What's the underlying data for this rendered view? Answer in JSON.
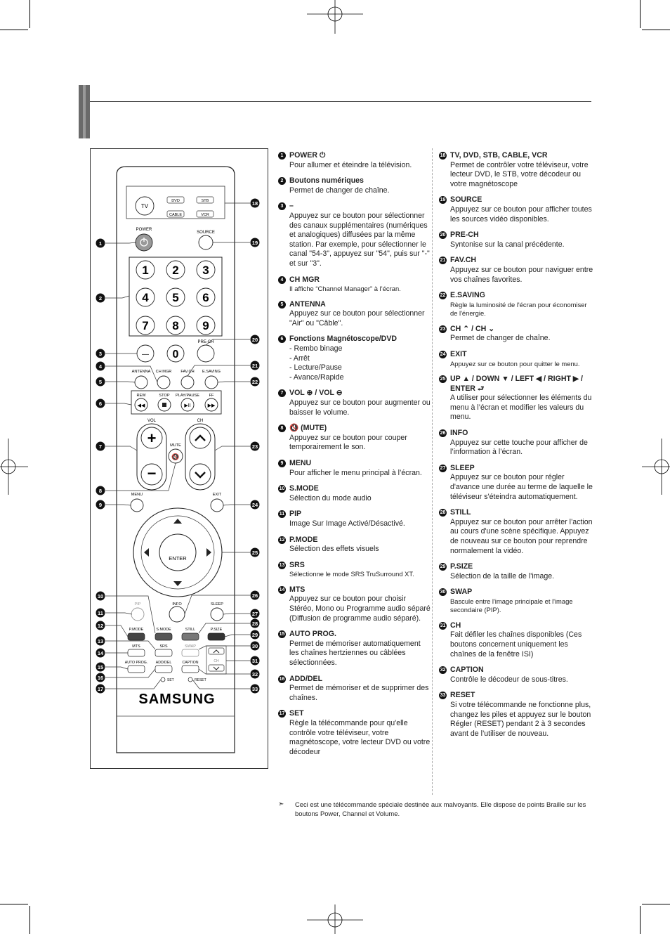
{
  "brand": "SAMSUNG",
  "remote_labels": {
    "tv": "TV",
    "dvd": "DVD",
    "stb": "STB",
    "cable": "CABLE",
    "vcr": "VCR",
    "power": "POWER",
    "source": "SOURCE",
    "digits": [
      "1",
      "2",
      "3",
      "4",
      "5",
      "6",
      "7",
      "8",
      "9"
    ],
    "zero": "0",
    "dash": "—",
    "prech": "PRE-CH",
    "antenna": "ANTENNA",
    "chmgr": "CH MGR",
    "favch": "FAV.CH",
    "esaving": "E.SAVING",
    "rew": "REW",
    "stop": "STOP",
    "playpause": "PLAY/PAUSE",
    "ff": "FF",
    "vol": "VOL",
    "ch": "CH",
    "mute": "MUTE",
    "menu": "MENU",
    "exit": "EXIT",
    "enter": "ENTER",
    "pip": "PIP",
    "info": "INFO",
    "sleep": "SLEEP",
    "pmode": "P.MODE",
    "smode": "S.MODE",
    "still": "STILL",
    "psize": "P.SIZE",
    "mts": "MTS",
    "srs": "SRS",
    "swap": "SWAP",
    "autoprog": "AUTO PROG.",
    "adddel": "ADD/DEL",
    "caption": "CAPTION",
    "ch_small": "CH",
    "set": "SET",
    "reset": "RESET"
  },
  "callouts_left": [
    "1",
    "2",
    "3",
    "4",
    "5",
    "6",
    "7",
    "8",
    "9",
    "10",
    "11",
    "12",
    "13",
    "14",
    "15",
    "16",
    "17"
  ],
  "callouts_right": [
    "18",
    "19",
    "20",
    "21",
    "22",
    "23",
    "24",
    "25",
    "26",
    "27",
    "28",
    "29",
    "30",
    "31",
    "32",
    "33"
  ],
  "items_col1": [
    {
      "n": "1",
      "title": "POWER ⏻",
      "desc": "Pour allumer et éteindre la télévision.",
      "small": false
    },
    {
      "n": "2",
      "title": "Boutons numériques",
      "desc": "Permet de changer de chaîne.",
      "small": false
    },
    {
      "n": "3",
      "title": "–",
      "desc": "Appuyez sur ce bouton pour sélectionner des canaux supplémentaires (numériques et analogiques) diffusées par la même station. Par exemple, pour sélectionner le canal \"54-3\", appuyez sur \"54\", puis sur \"-\" et sur \"3\".",
      "small": false
    },
    {
      "n": "4",
      "title": "CH MGR",
      "desc": "Il affiche “Channel Manager” à l’écran.",
      "small": true
    },
    {
      "n": "5",
      "title": "ANTENNA",
      "desc": "Appuyez sur ce bouton pour sélectionner \"Air\" ou \"Câble\".",
      "small": false
    },
    {
      "n": "6",
      "title": "Fonctions Magnétoscope/DVD",
      "desc": "- Rembo binage\n- Arrêt\n- Lecture/Pause\n- Avance/Rapide",
      "small": false
    },
    {
      "n": "7",
      "title": "VOL ⊕ / VOL ⊖",
      "desc": "Appuyez sur ce bouton pour augmenter ou baisser le volume.",
      "small": false
    },
    {
      "n": "8",
      "title": "🔇 (MUTE)",
      "desc": "Appuyez sur ce bouton pour couper temporairement le son.",
      "small": false
    },
    {
      "n": "9",
      "title": "MENU",
      "desc": "Pour afficher le menu principal à l’écran.",
      "small": false
    },
    {
      "n": "10",
      "title": "S.MODE",
      "desc": "Sélection du mode audio",
      "small": false
    },
    {
      "n": "11",
      "title": "PIP",
      "desc": "Image Sur Image Activé/Désactivé.",
      "small": false
    },
    {
      "n": "12",
      "title": "P.MODE",
      "desc": "Sélection des effets visuels",
      "small": false
    },
    {
      "n": "13",
      "title": "SRS",
      "desc": "Sélectionne le mode SRS TruSurround XT.",
      "small": true
    },
    {
      "n": "14",
      "title": "MTS",
      "desc": "Appuyez sur ce bouton pour choisir Stéréo, Mono ou Programme audio séparé (Diffusion de programme audio séparé).",
      "small": false
    },
    {
      "n": "15",
      "title": "AUTO PROG.",
      "desc": "Permet de mémoriser automatiquement les chaînes hertziennes ou câblées sélectionnées.",
      "small": false
    },
    {
      "n": "16",
      "title": "ADD/DEL",
      "desc": "Permet de mémoriser et de supprimer des chaînes.",
      "small": false
    },
    {
      "n": "17",
      "title": "SET",
      "desc": "Règle la télécommande pour qu'elle contrôle votre téléviseur, votre magnétoscope, votre lecteur DVD ou votre décodeur",
      "small": false
    }
  ],
  "items_col2": [
    {
      "n": "18",
      "title": "TV, DVD, STB, CABLE, VCR",
      "desc": "Permet de contrôler votre téléviseur, votre lecteur DVD, le STB, votre décodeur ou votre magnétoscope",
      "small": false
    },
    {
      "n": "19",
      "title": "SOURCE",
      "desc": "Appuyez sur ce bouton pour afficher toutes les sources vidéo disponibles.",
      "small": false
    },
    {
      "n": "20",
      "title": "PRE-CH",
      "desc": "Syntonise sur la canal précédente.",
      "small": false
    },
    {
      "n": "21",
      "title": "FAV.CH",
      "desc": "Appuyez sur ce bouton pour naviguer entre vos chaînes favorites.",
      "small": false
    },
    {
      "n": "22",
      "title": "E.SAVING",
      "desc": "Règle la luminosité de l'écran pour économiser de l'énergie.",
      "small": true
    },
    {
      "n": "23",
      "title": "CH ⌃ / CH ⌄",
      "desc": "Permet de changer de chaîne.",
      "small": false
    },
    {
      "n": "24",
      "title": "EXIT",
      "desc": "Appuyez sur ce bouton pour quitter le menu.",
      "small": true
    },
    {
      "n": "25",
      "title": "UP ▲ / DOWN ▼ / LEFT ◀ / RIGHT ▶ / ENTER ⮐",
      "desc": "A utiliser pour sélectionner les éléments du menu à l’écran et modifier les valeurs du menu.",
      "small": false
    },
    {
      "n": "26",
      "title": "INFO",
      "desc": "Appuyez sur cette touche pour afficher de l’information à l’écran.",
      "small": false
    },
    {
      "n": "27",
      "title": "SLEEP",
      "desc": "Appuyez sur ce bouton pour régler d'avance une durée au terme de laquelle le téléviseur s'éteindra automatiquement.",
      "small": false
    },
    {
      "n": "28",
      "title": "STILL",
      "desc": "Appuyez sur ce bouton pour arrêter l’action au cours d'une scène spécifique. Appuyez de nouveau sur ce bouton pour reprendre normalement la vidéo.",
      "small": false
    },
    {
      "n": "29",
      "title": "P.SIZE",
      "desc": "Sélection de la taille de l'image.",
      "small": false
    },
    {
      "n": "30",
      "title": "SWAP",
      "desc": "Bascule entre l'image principale et l'image secondaire (PIP).",
      "small": true
    },
    {
      "n": "31",
      "title": "CH",
      "desc": "Fait défiler les chaînes disponibles (Ces boutons concernent uniquement les chaînes de la fenêtre ISI)",
      "small": false
    },
    {
      "n": "32",
      "title": "CAPTION",
      "desc": "Contrôle le décodeur de sous-titres.",
      "small": false
    },
    {
      "n": "33",
      "title": "RESET",
      "desc": "Si votre télécommande ne fonctionne plus, changez les piles et appuyez sur le bouton Régler (RESET) pendant 2 à 3 secondes avant de l’utiliser de nouveau.",
      "small": false
    }
  ],
  "note": {
    "arrow": "➣",
    "text": "Ceci est une télécommande spéciale destinée aux malvoyants. Elle dispose de points Braille sur les boutons Power, Channel et Volume."
  }
}
